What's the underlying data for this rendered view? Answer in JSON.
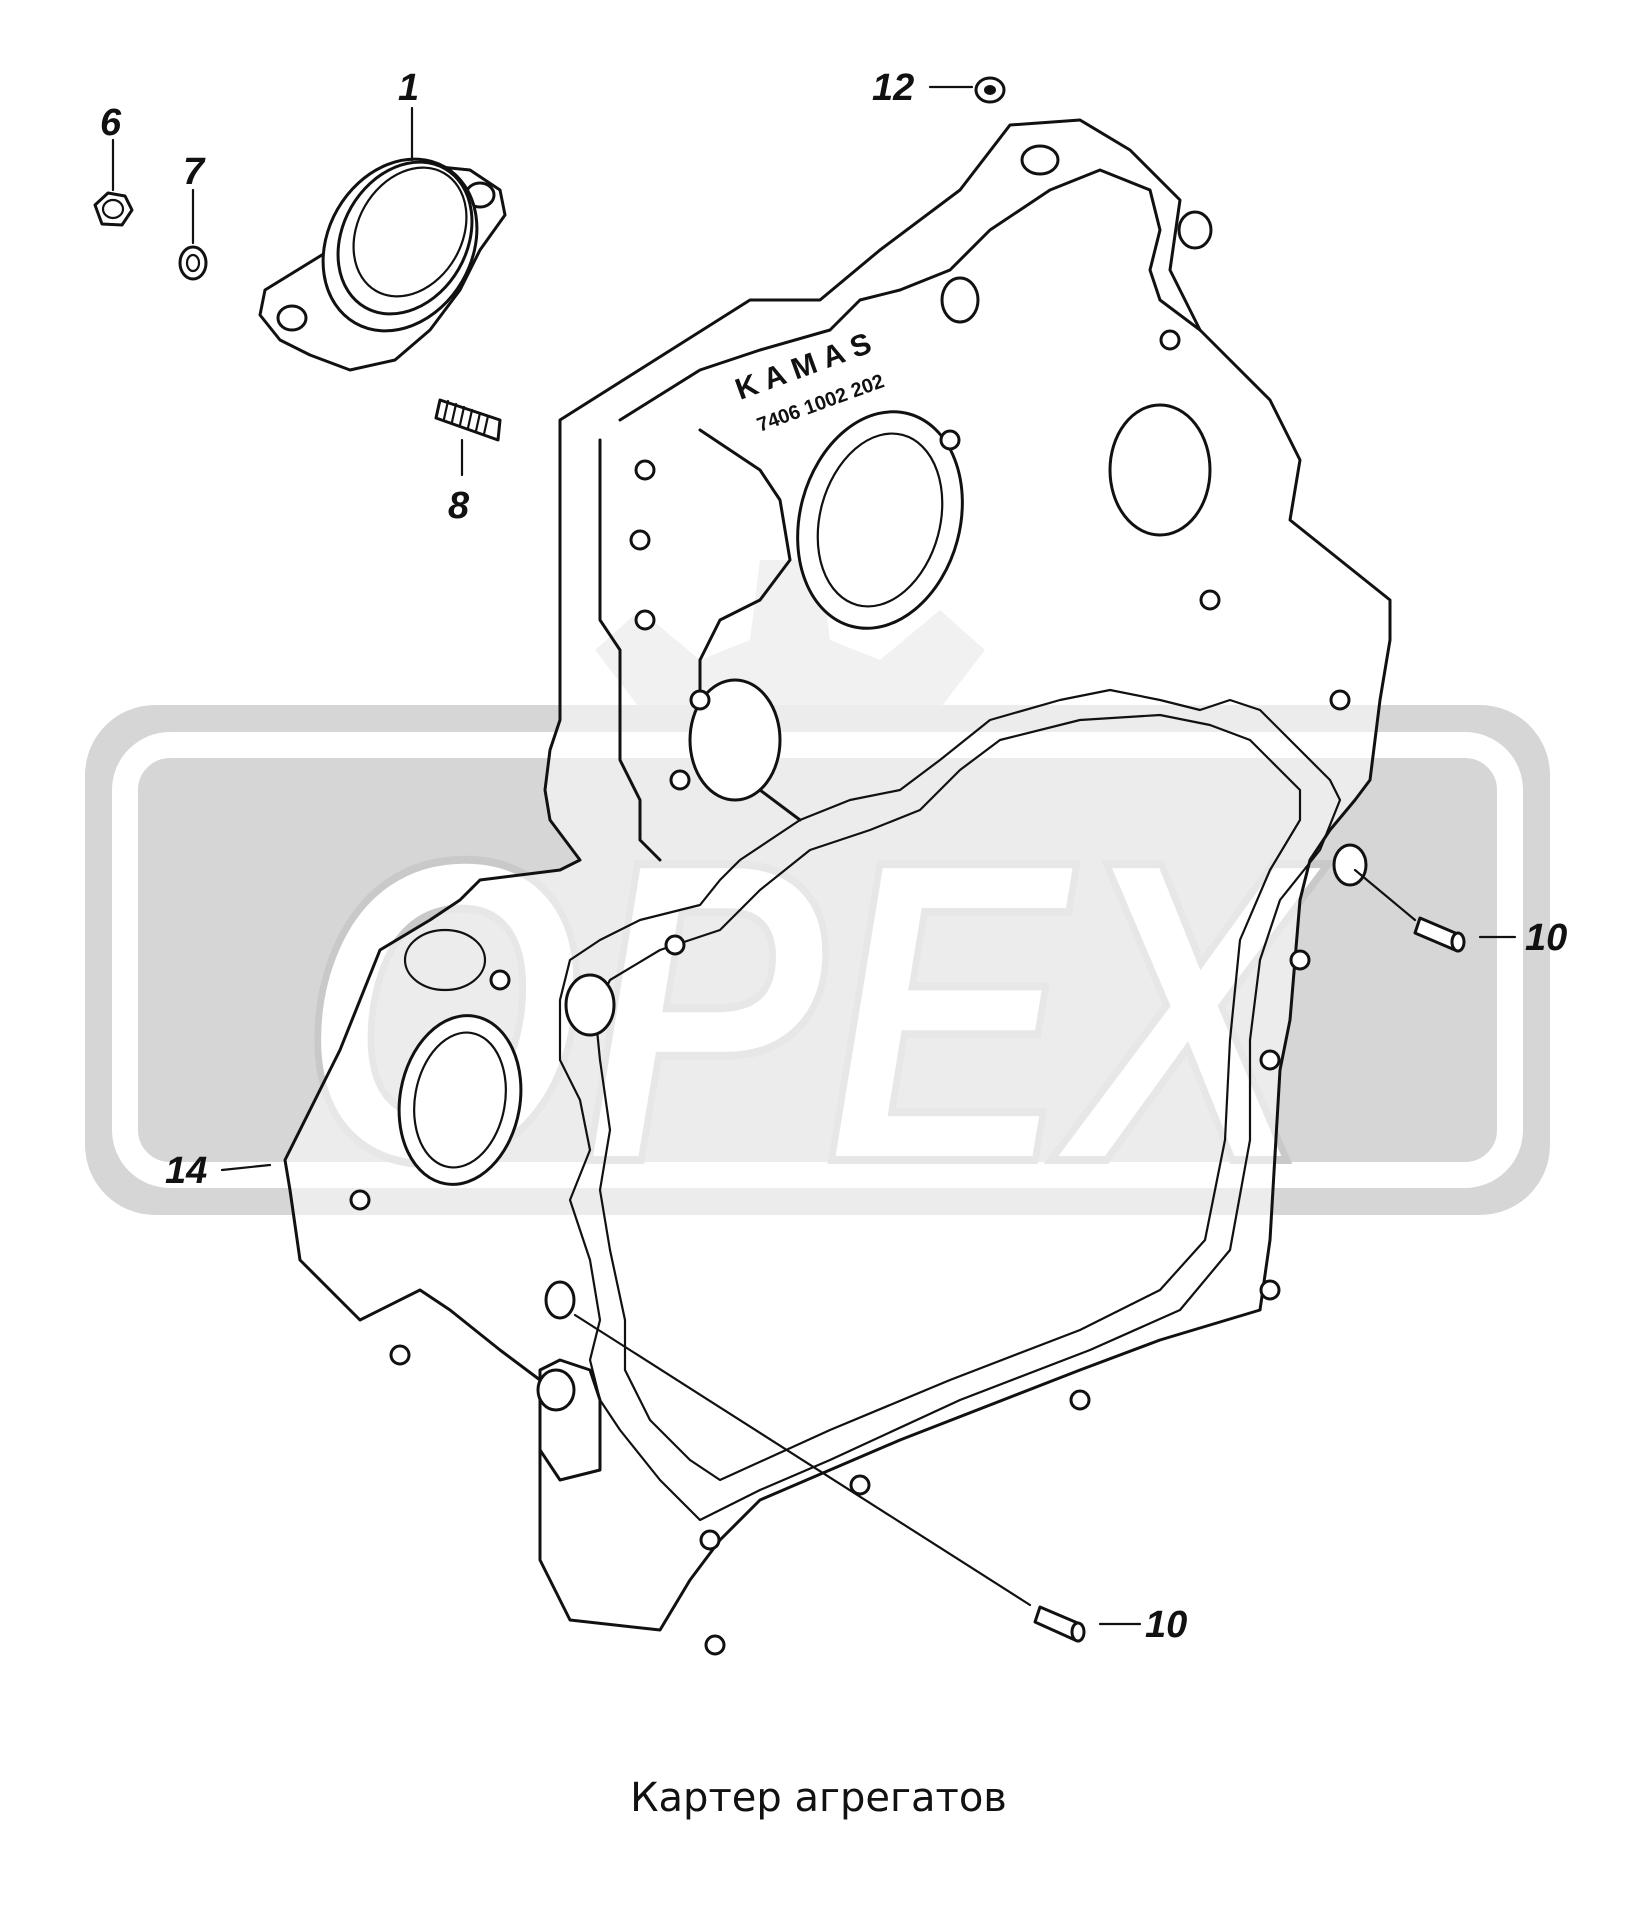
{
  "caption": "Картер агрегатов",
  "embossed_text": [
    "KAMAS",
    "7406 1002 202"
  ],
  "watermark_text": "OPEX",
  "callouts": [
    {
      "id": "1",
      "label": "1"
    },
    {
      "id": "6",
      "label": "6"
    },
    {
      "id": "7",
      "label": "7"
    },
    {
      "id": "8",
      "label": "8"
    },
    {
      "id": "10a",
      "label": "10"
    },
    {
      "id": "10b",
      "label": "10"
    },
    {
      "id": "12",
      "label": "12"
    },
    {
      "id": "14",
      "label": "14"
    }
  ],
  "colors": {
    "line": "#111111",
    "watermark": "#d9d9d9",
    "background": "#ffffff"
  }
}
